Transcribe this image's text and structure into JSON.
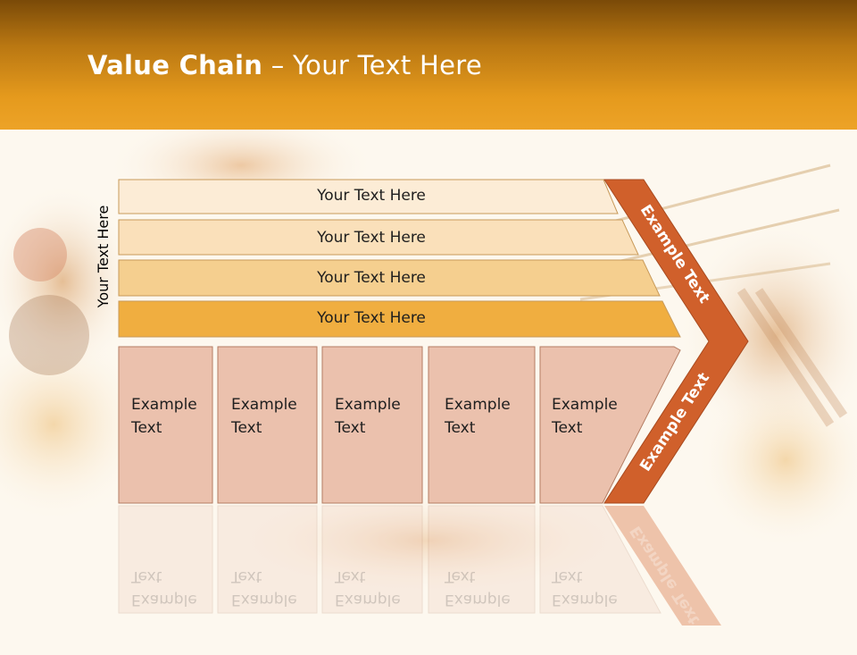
{
  "slide": {
    "title_bold": "Value Chain",
    "title_rest": " – Your Text Here",
    "side_label": "Your Text Here",
    "bars": [
      {
        "label": "Your Text Here"
      },
      {
        "label": "Your Text Here"
      },
      {
        "label": "Your Text Here"
      },
      {
        "label": "Your Text Here"
      }
    ],
    "boxes": [
      {
        "line1": "Example",
        "line2": "Text"
      },
      {
        "line1": "Example",
        "line2": "Text"
      },
      {
        "line1": "Example",
        "line2": "Text"
      },
      {
        "line1": "Example",
        "line2": "Text"
      },
      {
        "line1": "Example",
        "line2": "Text"
      }
    ],
    "arrow_top_text": "Example Text",
    "arrow_bottom_text": "Example Text"
  },
  "colors": {
    "header_dark": "#7a4a08",
    "header_light": "#eda327",
    "bar_colors": [
      "#fcecd6",
      "#fae0ba",
      "#f5cf8f",
      "#f0ae40"
    ],
    "box_fill": "#ebc1ad",
    "arrow_fill": "#d0602b"
  }
}
